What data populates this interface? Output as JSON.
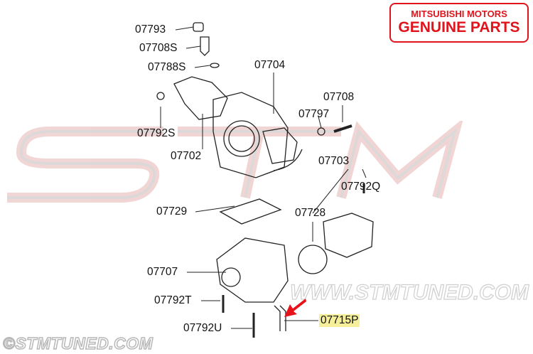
{
  "badge": {
    "line1": "MITSUBISHI MOTORS",
    "line2": "GENUINE PARTS",
    "color": "#e0141c"
  },
  "watermark": {
    "logo": "STM",
    "site": "WWW.STMTUNED.COM",
    "copyright": "©STMTUNED.COM"
  },
  "labels": {
    "p07793": "07793",
    "p07708S": "07708S",
    "p07788S": "07788S",
    "p07704": "07704",
    "p07708": "07708",
    "p07797": "07797",
    "p07792S": "07792S",
    "p07702": "07702",
    "p07703": "07703",
    "p07792Q": "07792Q",
    "p07729": "07729",
    "p07728": "07728",
    "p07707": "07707",
    "p07792T": "07792T",
    "p07792U": "07792U",
    "p07715P": "07715P"
  },
  "highlight_color": "#f6ef9a",
  "arrow_color": "#e8121a"
}
